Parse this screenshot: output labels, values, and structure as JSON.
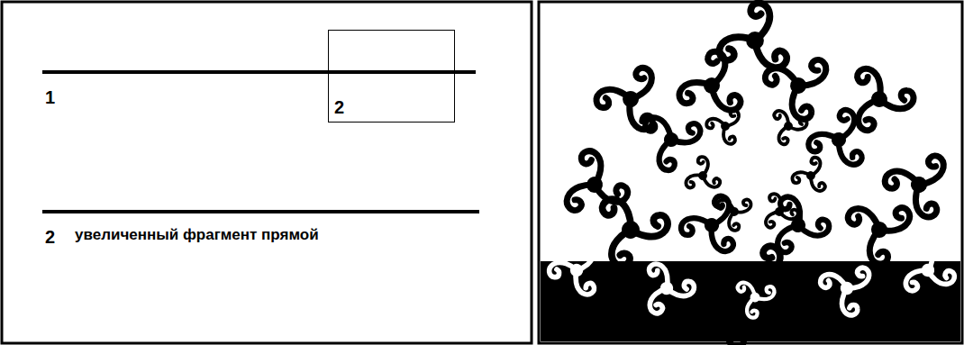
{
  "diagram": {
    "nodes": [
      {
        "text": [
          "2"
        ]
      }
    ],
    "labels": [
      "1",
      "2",
      "увеличенный фрагмент прямой"
    ]
  }
}
